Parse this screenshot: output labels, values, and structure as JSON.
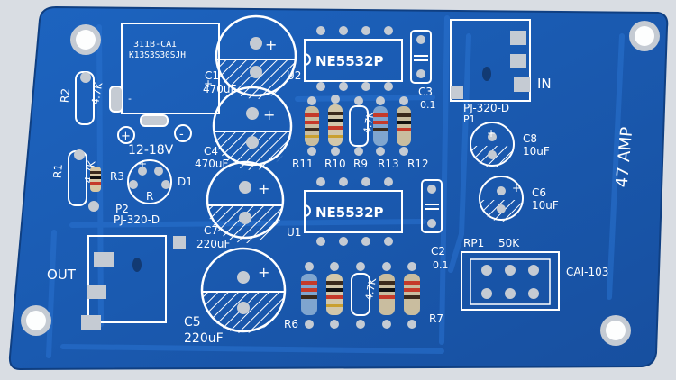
{
  "board": {
    "chip_top": "NE5532P",
    "chip_bottom": "NE5532P",
    "refdes": {
      "u1": "U1",
      "u2": "U2",
      "c1": "C1",
      "c1_val": "470uF",
      "c4": "C4",
      "c4_val": "470uF",
      "c7": "C7",
      "c7_val": "220uF",
      "c5": "C5",
      "c5_val": "220uF",
      "c3": "C3",
      "c3_val": "0.1",
      "c2": "C2",
      "c2_val": "0.1",
      "c8": "C8",
      "c8_val": "10uF",
      "c6": "C6",
      "c6_val": "10uF",
      "r1": "R1",
      "r2": "R2",
      "r3": "R3",
      "r6": "R6",
      "r7": "R7",
      "r9": "R9",
      "r10": "R10",
      "r11": "R11",
      "r12": "R12",
      "r13": "R13",
      "d1": "D1",
      "r_diode": "R",
      "p1": "P1",
      "p2": "P2",
      "rp1": "RP1",
      "rp1_val": "50K",
      "pot_model": "CAI-103"
    },
    "connectors": {
      "in_label": "IN",
      "in_model": "PJ-320-D",
      "out_label": "OUT",
      "out_model": "PJ-320-D"
    },
    "power": {
      "label": "12-18V",
      "plus": "+",
      "minus": "-"
    },
    "title": "47 AMP",
    "component_box_line1": "311B-CAI",
    "component_box_line2": "K13S3S30SJH",
    "resistor_value_text": "4.7K"
  },
  "colors": {
    "background": "#d9dde3",
    "pcb": "#1a5bb5",
    "copper": "#1f66c4",
    "silk": "#ffffff",
    "pad": "#c5cbd3"
  }
}
